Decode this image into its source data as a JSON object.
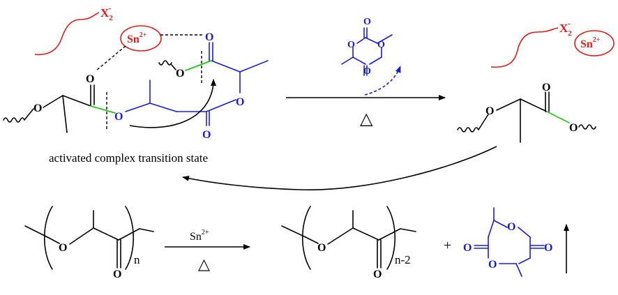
{
  "labels": {
    "x2_left": "X",
    "x2_left_sub": "2",
    "x2_left_sup": "-",
    "sn_left": "Sn",
    "sn_left_sup": "2+",
    "x2_right": "X",
    "x2_right_sub": "2",
    "x2_right_sup": "-",
    "sn_right": "Sn",
    "sn_right_sup": "2+",
    "caption": "activated complex transition state",
    "heat_symbol": "△",
    "catalyst": "Sn",
    "catalyst_sup": "2+",
    "plus": "+",
    "n": "n",
    "n_minus_2": "n-2"
  },
  "atoms": {
    "o": "O"
  },
  "colors": {
    "polymer_black": "#000000",
    "lactide_blue": "#1a1adb",
    "catalyst_red": "#e01b1b",
    "cleaved_bond_green": "#22c422"
  }
}
